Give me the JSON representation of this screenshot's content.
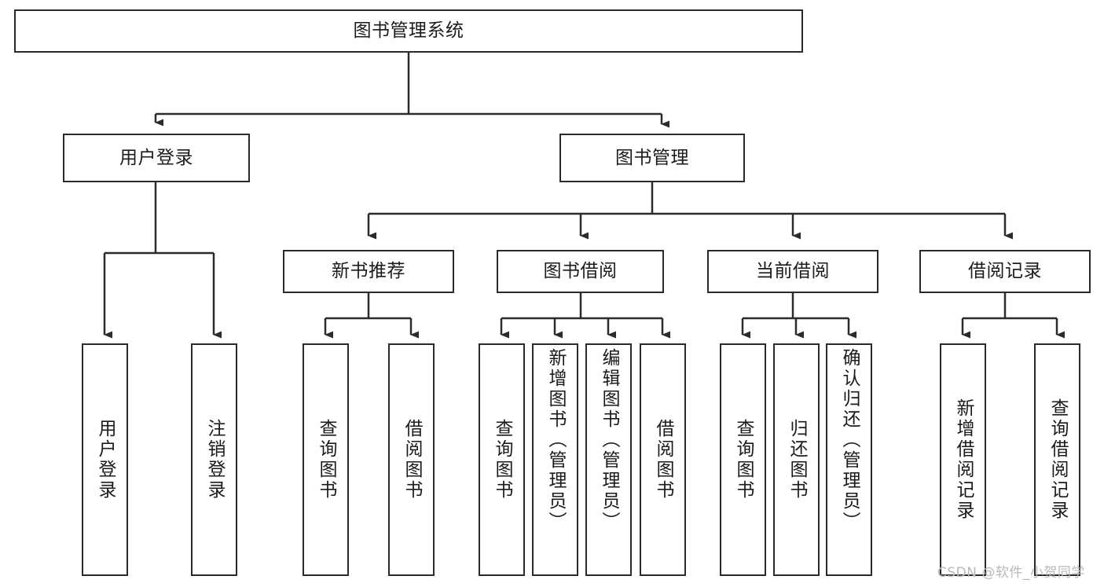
{
  "diagram": {
    "type": "hierarchy-tree",
    "title": "图书管理系统",
    "root": {
      "id": "root",
      "label": "图书管理系统"
    },
    "level2": [
      {
        "id": "user-login",
        "label": "用户登录"
      },
      {
        "id": "book-management",
        "label": "图书管理"
      }
    ],
    "level3": [
      {
        "id": "new-book-recommend",
        "label": "新书推荐",
        "parent": "book-management"
      },
      {
        "id": "book-borrow",
        "label": "图书借阅",
        "parent": "book-management"
      },
      {
        "id": "current-borrow",
        "label": "当前借阅",
        "parent": "book-management"
      },
      {
        "id": "borrow-record",
        "label": "借阅记录",
        "parent": "book-management"
      }
    ],
    "leaves": [
      {
        "id": "leaf-user-login",
        "label": "用户登录",
        "parent": "user-login"
      },
      {
        "id": "leaf-logout-login",
        "label": "注销登录",
        "parent": "user-login"
      },
      {
        "id": "leaf-query-book-1",
        "label": "查询图书",
        "parent": "new-book-recommend"
      },
      {
        "id": "leaf-borrow-book-1",
        "label": "借阅图书",
        "parent": "new-book-recommend"
      },
      {
        "id": "leaf-query-book-2",
        "label": "查询图书",
        "parent": "book-borrow"
      },
      {
        "id": "leaf-add-book",
        "label": "新增图书（管理员）",
        "parent": "book-borrow"
      },
      {
        "id": "leaf-edit-book",
        "label": "编辑图书（管理员）",
        "parent": "book-borrow"
      },
      {
        "id": "leaf-borrow-book-2",
        "label": "借阅图书",
        "parent": "book-borrow"
      },
      {
        "id": "leaf-query-book-3",
        "label": "查询图书",
        "parent": "current-borrow"
      },
      {
        "id": "leaf-return-book",
        "label": "归还图书",
        "parent": "current-borrow"
      },
      {
        "id": "leaf-confirm-return",
        "label": "确认归还（管理员）",
        "parent": "current-borrow"
      },
      {
        "id": "leaf-add-borrow-record",
        "label": "新增借阅记录",
        "parent": "borrow-record"
      },
      {
        "id": "leaf-query-borrow-record",
        "label": "查询借阅记录",
        "parent": "borrow-record"
      }
    ],
    "colors": {
      "stroke": "#2b2b2b",
      "fill": "#ffffff",
      "text": "#1b1b1b",
      "watermark": "#b9b9b9"
    }
  },
  "watermark": {
    "text": "CSDN @软件_小贺同学"
  }
}
